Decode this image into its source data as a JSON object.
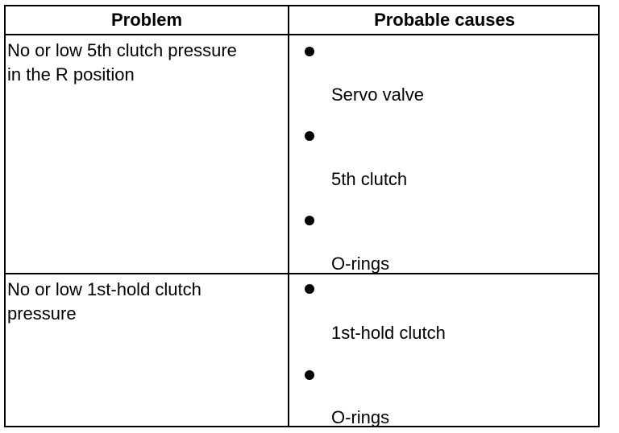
{
  "table": {
    "headers": {
      "problem": "Problem",
      "causes": "Probable causes"
    },
    "rows": [
      {
        "problem_lines": [
          "No or low 5th clutch pressure",
          "in the R position"
        ],
        "causes": [
          "Servo valve",
          "5th clutch",
          "O-rings"
        ]
      },
      {
        "problem_lines": [
          "No or low 1st-hold clutch",
          "pressure"
        ],
        "causes": [
          "1st-hold clutch",
          "O-rings"
        ]
      }
    ]
  }
}
